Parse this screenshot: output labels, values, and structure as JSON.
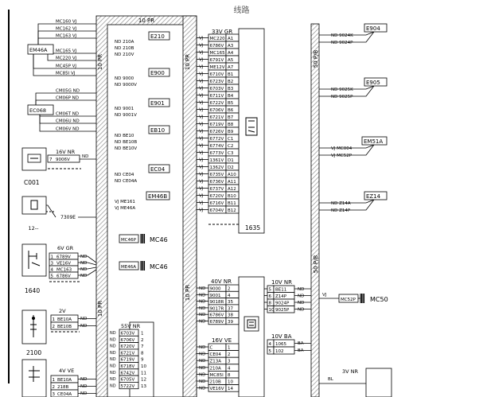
{
  "page_title": "线路",
  "buses": [
    {
      "label": "10 PR"
    },
    {
      "label": "10 PR"
    },
    {
      "label": "10 PR"
    },
    {
      "label": "10 PR"
    },
    {
      "label": "10 PR"
    },
    {
      "label": "50 P/B"
    },
    {
      "label": "50 P/B"
    }
  ],
  "em46a": {
    "label": "EM46A",
    "wires": [
      "MC160 VJ",
      "MC162 VJ",
      "MC163 VJ",
      "MC165 VJ",
      "MC220 VJ",
      "MC45P VJ",
      "MC85I VJ"
    ]
  },
  "ec068": {
    "label": "EC068",
    "wires": [
      "CM05G ND",
      "CM06P ND",
      "CM06T ND",
      "CM06U ND",
      "CM06V ND"
    ]
  },
  "c001": {
    "label": "C001",
    "conn": "16V NR",
    "wire_num": "7",
    "wire_code": "9006V",
    "wire_color": "ND"
  },
  "item12": {
    "label": "12--",
    "wire": "7309E"
  },
  "c1640": {
    "label": "1640",
    "conn": "6V GR",
    "rows": [
      {
        "n": "1",
        "c": "6789V",
        "col": "ND"
      },
      {
        "n": "3",
        "c": "VE16V",
        "col": "ND"
      },
      {
        "n": "4",
        "c": "MC163",
        "col": "ND"
      },
      {
        "n": "5",
        "c": "6786V",
        "col": "ND"
      }
    ]
  },
  "c2100": {
    "label": "2100",
    "conn": "2V",
    "rows": [
      {
        "n": "1",
        "c": "BE10A",
        "col": "ND"
      },
      {
        "n": "2",
        "c": "BE10B",
        "col": "ND"
      }
    ]
  },
  "c4ve": {
    "conn": "4V VE",
    "rows": [
      {
        "n": "1",
        "c": "BE10A",
        "col": "ND"
      },
      {
        "n": "2",
        "c": "218B",
        "col": "ND"
      },
      {
        "n": "3",
        "c": "CE04A",
        "col": "ND"
      }
    ]
  },
  "mid_boxes": [
    {
      "label": "E210",
      "wires": [
        "ND  210A",
        "ND  210B",
        "ND  210V"
      ]
    },
    {
      "label": "E900",
      "wires": [
        "ND  9000",
        "ND  9000V"
      ]
    },
    {
      "label": "E901",
      "wires": [
        "ND  9001",
        "ND  9001V"
      ]
    },
    {
      "label": "EB10",
      "wires": [
        "ND  BE10",
        "ND  BE10B",
        "ND  BE10V"
      ]
    },
    {
      "label": "EC04",
      "wires": [
        "ND  CE04",
        "ND  CE04A"
      ]
    },
    {
      "label": "EM46B",
      "wires": [
        "VJ  ME161",
        "VJ  ME46A"
      ]
    }
  ],
  "mc46": [
    {
      "tag": "MC46P",
      "label": "MC46"
    },
    {
      "tag": "ME46A",
      "label": "MC46"
    }
  ],
  "c1635": {
    "label": "1635",
    "conn": "33V GR",
    "color": "VJ",
    "rows": [
      {
        "c": "MC220",
        "p": "A1"
      },
      {
        "c": "6786V",
        "p": "A3"
      },
      {
        "c": "MC165",
        "p": "A4"
      },
      {
        "c": "6791V",
        "p": "A5"
      },
      {
        "c": "ME12V",
        "p": "A7"
      },
      {
        "c": "6710V",
        "p": "B1"
      },
      {
        "c": "6723V",
        "p": "B2"
      },
      {
        "c": "6703V",
        "p": "B3"
      },
      {
        "c": "6711V",
        "p": "B4"
      },
      {
        "c": "6722V",
        "p": "B5"
      },
      {
        "c": "6706V",
        "p": "B6"
      },
      {
        "c": "6721V",
        "p": "B7"
      },
      {
        "c": "6719V",
        "p": "B8"
      },
      {
        "c": "6726V",
        "p": "B9"
      },
      {
        "c": "6772V",
        "p": "C1"
      },
      {
        "c": "6774V",
        "p": "C2"
      },
      {
        "c": "6773V",
        "p": "C3"
      },
      {
        "c": "1361V",
        "p": "D1"
      },
      {
        "c": "1362V",
        "p": "D2"
      },
      {
        "c": "6735V",
        "p": "A10"
      },
      {
        "c": "6736V",
        "p": "A11"
      },
      {
        "c": "6737V",
        "p": "A12"
      },
      {
        "c": "6720V",
        "p": "B10"
      },
      {
        "c": "6716V",
        "p": "B11"
      },
      {
        "c": "6704V",
        "p": "B12"
      }
    ]
  },
  "c55v": {
    "conn": "55V NR",
    "rows": [
      {
        "c": "6703V",
        "p": "1"
      },
      {
        "c": "6706V",
        "p": "2"
      },
      {
        "c": "6720V",
        "p": "7"
      },
      {
        "c": "6721V",
        "p": "8"
      },
      {
        "c": "6719V",
        "p": "9"
      },
      {
        "c": "6718V",
        "p": "10"
      },
      {
        "c": "6742V",
        "p": "11"
      },
      {
        "c": "6705V",
        "p": "12"
      },
      {
        "c": "5722V",
        "p": "13"
      }
    ]
  },
  "c40v": {
    "conn": "40V NR",
    "rows": [
      {
        "c": "9000",
        "p": "2"
      },
      {
        "c": "9001",
        "p": "4"
      },
      {
        "c": "9018R",
        "p": "35"
      },
      {
        "c": "9017R",
        "p": "37"
      },
      {
        "c": "6786V",
        "p": "38"
      },
      {
        "c": "6789V",
        "p": "39"
      }
    ]
  },
  "c16ve": {
    "conn": "16V VE",
    "rows": [
      {
        "c": "C",
        "p": "1"
      },
      {
        "c": "CE04",
        "p": "2"
      },
      {
        "c": "Z13A",
        "p": "3"
      },
      {
        "c": "210A",
        "p": "4"
      },
      {
        "c": "MC85I",
        "p": "8"
      },
      {
        "c": "210B",
        "p": "10"
      },
      {
        "c": "VE16V",
        "p": "14"
      }
    ]
  },
  "c10vnr": {
    "conn": "10V NR",
    "rows": [
      {
        "n": "5",
        "c": "BE11",
        "col": "ND"
      },
      {
        "n": "6",
        "c": "Z14P",
        "col": "ND"
      },
      {
        "n": "8",
        "c": "9024P",
        "col": "ND"
      },
      {
        "n": "10",
        "c": "9025P",
        "col": "ND"
      }
    ]
  },
  "c10vba": {
    "conn": "10V BA",
    "rows": [
      {
        "n": "4",
        "c": "1065",
        "col": "BA"
      },
      {
        "n": "5",
        "c": "102",
        "col": "BA"
      }
    ]
  },
  "c3vnr": {
    "conn": "3V NR",
    "prefix": "BL"
  },
  "right_boxes": [
    {
      "label": "E904",
      "wires": [
        "ND  9024K",
        "ND  9024P"
      ]
    },
    {
      "label": "E905",
      "wires": [
        "ND  9025K",
        "ND  9025P"
      ]
    },
    {
      "label": "EM51A",
      "wires": [
        "VJ  MC004",
        "VJ  MC52P"
      ]
    },
    {
      "label": "EZ14",
      "wires": [
        "ND  Z14A",
        "ND  Z14P"
      ]
    }
  ],
  "mc50": {
    "tag": "MC52P",
    "label": "MC50",
    "color": "VJ"
  }
}
